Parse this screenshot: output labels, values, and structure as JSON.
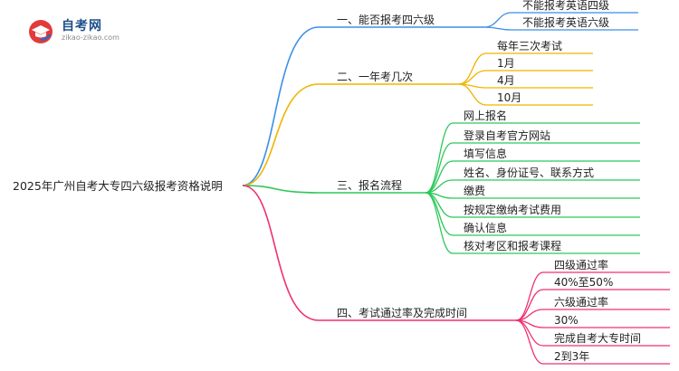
{
  "logo": {
    "title": "自考网",
    "subtitle": "zikao-zikao.com"
  },
  "root": {
    "label": "2025年广州自考大专四六级报考资格说明"
  },
  "branches": [
    {
      "label": "一、能否报考四六级",
      "color": "#3b8ee8",
      "children": [
        "不能报考英语四级",
        "不能报考英语六级"
      ]
    },
    {
      "label": "二、一年考几次",
      "color": "#f0b400",
      "children": [
        "每年三次考试",
        "1月",
        "4月",
        "10月"
      ]
    },
    {
      "label": "三、报名流程",
      "color": "#2cc85a",
      "children": [
        "网上报名",
        "登录自考官方网站",
        "填写信息",
        "姓名、身份证号、联系方式",
        "缴费",
        "按规定缴纳考试费用",
        "确认信息",
        "核对考区和报考课程"
      ]
    },
    {
      "label": "四、考试通过率及完成时间",
      "color": "#f0306e",
      "children": [
        "四级通过率",
        "40%至50%",
        "六级通过率",
        "30%",
        "完成自考大专时间",
        "2到3年"
      ]
    }
  ]
}
